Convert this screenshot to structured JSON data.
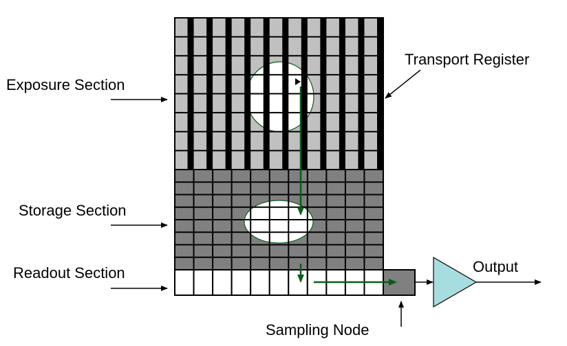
{
  "labels": {
    "exposure": "Exposure Section",
    "storage": "Storage Section",
    "readout": "Readout Section",
    "transport": "Transport Register",
    "sampling": "Sampling Node",
    "output": "Output"
  },
  "ccd": {
    "columns": 11,
    "exposure_rows": 8,
    "storage_rows": 8,
    "readout_cells": 11
  },
  "colors": {
    "exposure_cell": "#c0c0c0",
    "transport_bar": "#000000",
    "storage_cell": "#808080",
    "readout_cell": "#ffffff",
    "sampling_node": "#808080",
    "amplifier": "#a8dde0",
    "charge_arrow": "#0b5c1a",
    "grid_line": "#000000"
  }
}
